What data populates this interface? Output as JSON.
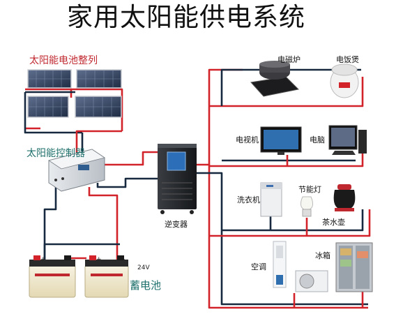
{
  "title": "家用太阳能供电系统",
  "solar_array_label": "太阳能电池整列",
  "controller_label": "太阳能控制器",
  "inverter_label": "逆变器",
  "battery_label": "蓄电池",
  "battery_voltage": "24V",
  "battery_signs": [
    "+",
    "-",
    "+",
    "-"
  ],
  "appliances": {
    "induction_cooker": "电磁炉",
    "rice_cooker": "电饭煲",
    "tv": "电视机",
    "computer": "电脑",
    "washing_machine": "洗衣机",
    "energy_saving_lamp": "节能灯",
    "kettle": "茶水壶",
    "air_conditioner": "空调",
    "fridge": "冰箱"
  },
  "colors": {
    "positive_wire": "#d3232a",
    "negative_wire": "#17293f",
    "label_red": "#c0282f",
    "label_teal": "#1d6f6b"
  }
}
